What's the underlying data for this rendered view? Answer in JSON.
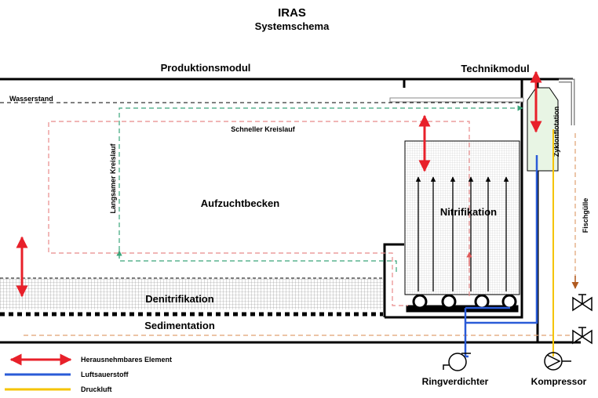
{
  "title": "IRAS",
  "subtitle": "Systemschema",
  "modules": {
    "production": "Produktionsmodul",
    "technical": "Technikmodul"
  },
  "labels": {
    "water_level": "Wasserstand",
    "fast_loop": "Schneller Kreislauf",
    "slow_loop": "Langsamer Kreislauf",
    "rearing_tank": "Aufzuchtbecken",
    "nitrification": "Nitrifikation",
    "denitrification": "Denitrifikation",
    "sedimentation": "Sedimentation",
    "cyclone_flotation": "Zyklonflotation",
    "fish_manure": "Fischgülle",
    "ring_blower": "Ringverdichter",
    "compressor": "Kompressor"
  },
  "legend": [
    {
      "label": "Herausnehmbares Element",
      "color": "#e8202a",
      "style": "double-arrow"
    },
    {
      "label": "Luftsauerstoff",
      "color": "#2a5bd7",
      "style": "line"
    },
    {
      "label": "Druckluft",
      "color": "#f5c400",
      "style": "line"
    }
  ],
  "colors": {
    "fast_loop": "#e88a8a",
    "slow_loop": "#3aa57a",
    "sediment_line": "#e0a070",
    "removable": "#e8202a",
    "air_oxygen": "#2a5bd7",
    "compressed_air": "#f5c400",
    "outline": "#000000"
  }
}
